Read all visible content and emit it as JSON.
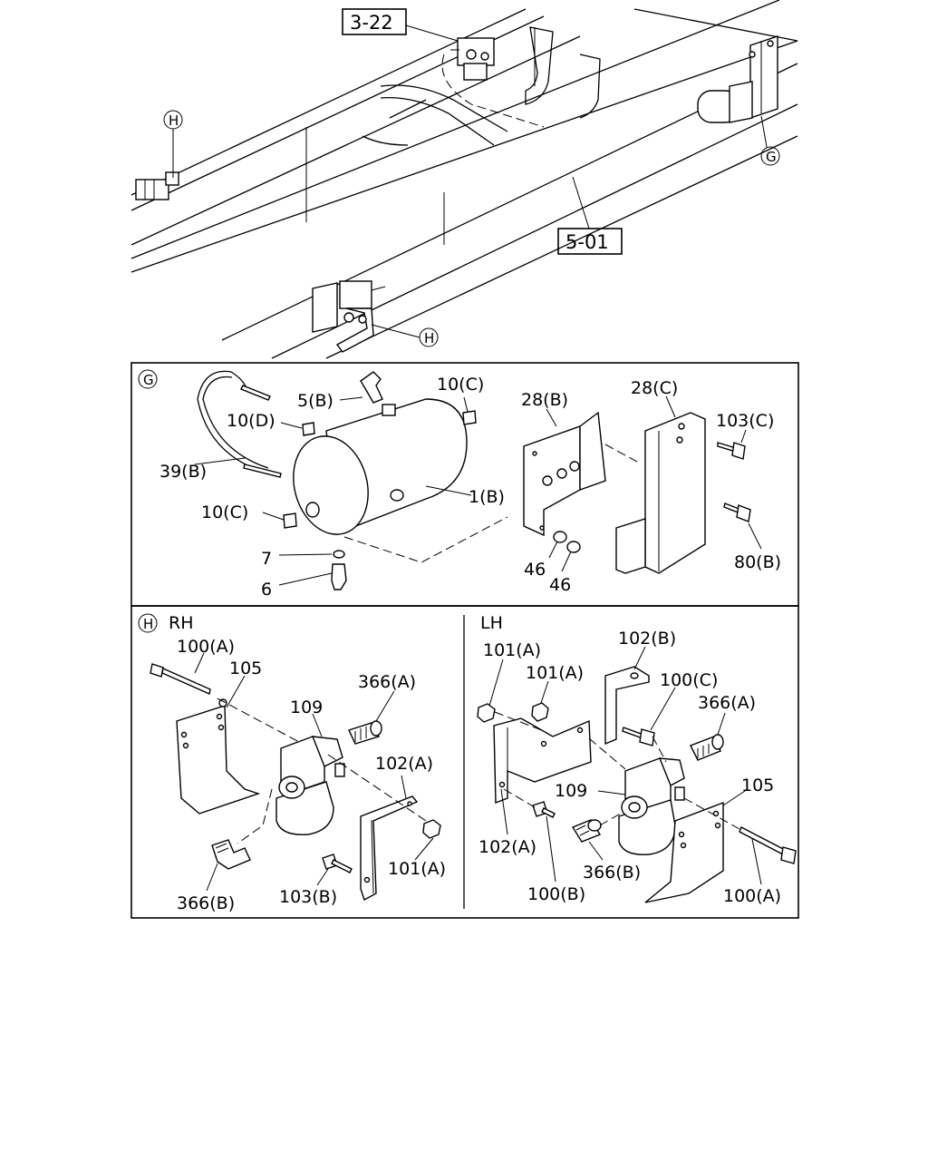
{
  "refs": {
    "ref_3_22": "3-22",
    "ref_5_01": "5-01"
  },
  "markers": {
    "G": "G",
    "H": "H"
  },
  "panel_g": {
    "labels": {
      "p5b": "5(B)",
      "p10c_top": "10(C)",
      "p10d": "10(D)",
      "p39b": "39(B)",
      "p1b": "1(B)",
      "p10c_left": "10(C)",
      "p7": "7",
      "p6": "6",
      "p28b": "28(B)",
      "p28c": "28(C)",
      "p103c": "103(C)",
      "p46a": "46",
      "p46b": "46",
      "p80b": "80(B)"
    }
  },
  "panel_h": {
    "rh_title": "RH",
    "lh_title": "LH",
    "rh_labels": {
      "p100a_top": "100(A)",
      "p105": "105",
      "p109": "109",
      "p366a": "366(A)",
      "p102a": "102(A)",
      "p101a": "101(A)",
      "p366b": "366(B)",
      "p103b": "103(B)"
    },
    "lh_labels": {
      "p101a_1": "101(A)",
      "p101a_2": "101(A)",
      "p102b": "102(B)",
      "p100c": "100(C)",
      "p366a": "366(A)",
      "p109": "109",
      "p105": "105",
      "p102a": "102(A)",
      "p100b": "100(B)",
      "p366b": "366(B)",
      "p100a": "100(A)"
    }
  }
}
